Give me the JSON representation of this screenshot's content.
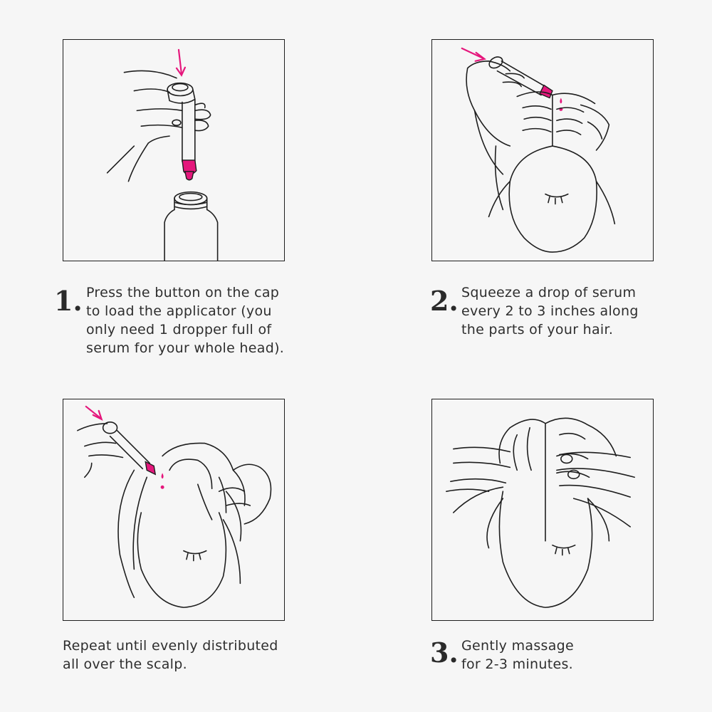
{
  "colors": {
    "background": "#f6f6f6",
    "line": "#1e1e1e",
    "accent": "#e5177c"
  },
  "steps": [
    {
      "number": "1.",
      "lines": [
        "Press the button on the cap",
        "to load the applicator (you",
        "only need 1 dropper full of",
        "serum for your whole head)."
      ]
    },
    {
      "number": "2.",
      "lines": [
        "Squeeze a drop of serum",
        "every 2 to 3 inches along",
        "the parts of your hair."
      ]
    },
    {
      "number": "",
      "lines": [
        "Repeat until evenly distributed",
        "all over the scalp."
      ]
    },
    {
      "number": "3.",
      "lines": [
        "Gently massage",
        "for 2-3 minutes."
      ]
    }
  ]
}
